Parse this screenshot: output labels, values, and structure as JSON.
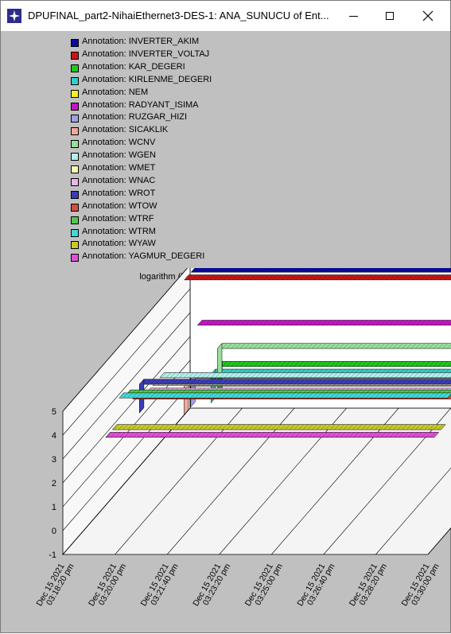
{
  "window": {
    "title": "DPUFINAL_part2-NihaiEthernet3-DES-1: ANA_SUNUCU of Ent...",
    "app_icon": "opnet-icon",
    "buttons": [
      "minimize-icon",
      "maximize-icon",
      "close-icon"
    ]
  },
  "chart_data": {
    "type": "line",
    "render": "3d-stacked-ribbons",
    "title": "logarithm (in Server Ftp.Traffic Received (bytes/sec))",
    "ylabel": "",
    "xlabel": "",
    "ylim": [
      -1,
      5
    ],
    "y_ticks": [
      "5",
      "4",
      "3",
      "2",
      "1",
      "0",
      "-1"
    ],
    "x_ticks": [
      "Dec 15 2021\n03:18:20 pm",
      "Dec 15 2021\n03:20:00 pm",
      "Dec 15 2021\n03:21:40 pm",
      "Dec 15 2021\n03:23:20 pm",
      "Dec 15 2021\n03:25:00 pm",
      "Dec 15 2021\n03:26:40 pm",
      "Dec 15 2021\n03:28:20 pm",
      "Dec 15 2021\n03:30:00 pm"
    ],
    "legend_position": "top",
    "series": [
      {
        "name": "Annotation: INVERTER_AKIM",
        "color": "#0a0a9c",
        "start": 0.02,
        "value": 5.0,
        "spike": false
      },
      {
        "name": "Annotation: INVERTER_VOLTAJ",
        "color": "#c81414",
        "start": 0.02,
        "value": 5.0,
        "spike": false
      },
      {
        "name": "Annotation: KAR_DEGERI",
        "color": "#1ec81e",
        "start": 0.13,
        "value": 1.7,
        "spike": true
      },
      {
        "name": "Annotation: KIRLENME_DEGERI",
        "color": "#30d0c8",
        "start": 0.13,
        "value": 1.7,
        "spike": true
      },
      {
        "name": "Annotation: NEM",
        "color": "#f0f028",
        "start": 0.13,
        "value": 1.6,
        "spike": false
      },
      {
        "name": "Annotation: RADYANT_ISIMA",
        "color": "#c814c8",
        "start": 0.13,
        "value": 4.4,
        "spike": false
      },
      {
        "name": "Annotation: RUZGAR_HIZI",
        "color": "#a0a0e6",
        "start": 0.13,
        "value": 2.5,
        "spike": true
      },
      {
        "name": "Annotation: SICAKLIK",
        "color": "#f0a898",
        "start": 0.13,
        "value": 2.5,
        "spike": true
      },
      {
        "name": "Annotation: WCNV",
        "color": "#98e098",
        "start": 0.24,
        "value": 4.4,
        "spike": true
      },
      {
        "name": "Annotation: WGEN",
        "color": "#b4f0ec",
        "start": 0.1,
        "value": 3.5,
        "spike": false
      },
      {
        "name": "Annotation: WMET",
        "color": "#f8f8b4",
        "start": 0.1,
        "value": 3.5,
        "spike": false
      },
      {
        "name": "Annotation: WNAC",
        "color": "#f0b4ec",
        "start": 0.1,
        "value": 3.5,
        "spike": false
      },
      {
        "name": "Annotation: WROT",
        "color": "#3c3cb4",
        "start": 0.1,
        "value": 4.2,
        "spike": true
      },
      {
        "name": "Annotation: WTOW",
        "color": "#d05040",
        "start": 0.1,
        "value": 3.9,
        "spike": false
      },
      {
        "name": "Annotation: WTRF",
        "color": "#50c850",
        "start": 0.1,
        "value": 4.4,
        "spike": false
      },
      {
        "name": "Annotation: WTRM",
        "color": "#40d8d8",
        "start": 0.1,
        "value": 4.6,
        "spike": false
      },
      {
        "name": "Annotation: WYAW",
        "color": "#c8c828",
        "start": 0.1,
        "value": 3.6,
        "spike": false
      },
      {
        "name": "Annotation: YAGMUR_DEGERI",
        "color": "#e050d8",
        "start": 0.1,
        "value": 3.6,
        "spike": false
      }
    ]
  }
}
